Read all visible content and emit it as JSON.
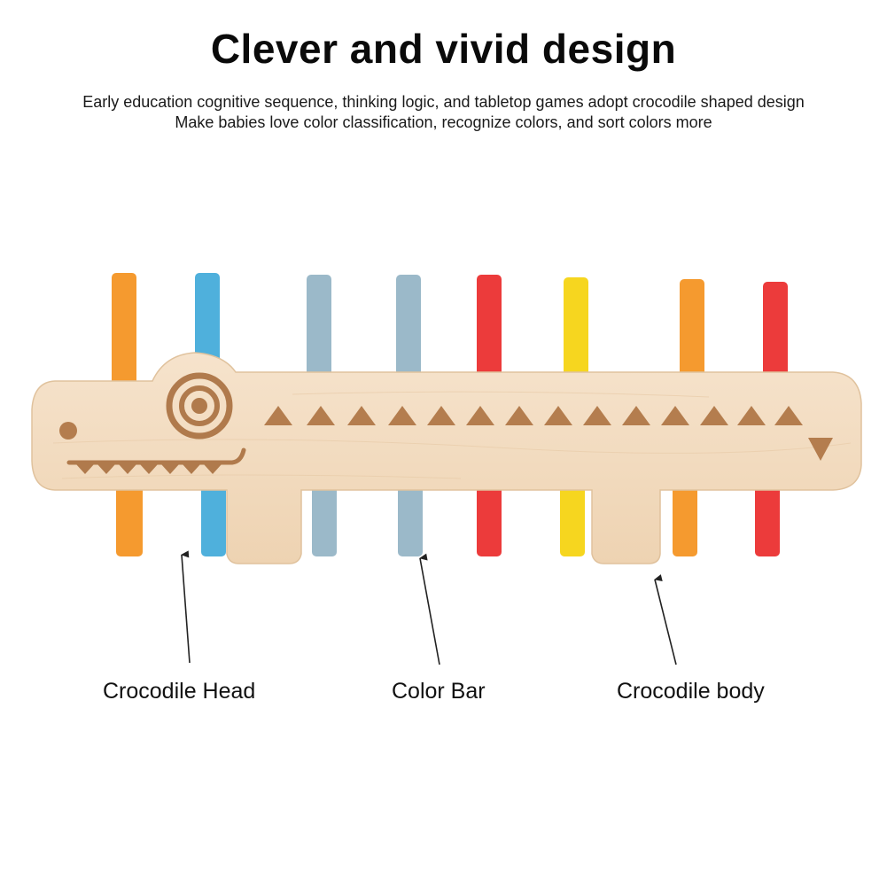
{
  "header": {
    "title": "Clever and vivid design",
    "line1": "Early education cognitive sequence, thinking logic, and tabletop games adopt crocodile shaped design",
    "line2": "Make babies love color classification, recognize colors, and sort colors more"
  },
  "callouts": {
    "head": "Crocodile Head",
    "bar": "Color Bar",
    "body": "Crocodile body"
  },
  "colors": {
    "wood": "#f3dcc0",
    "wood_edge": "#e2c4a1",
    "engraving": "#b07a4c",
    "orange": "#f59a2f",
    "blue": "#4fb0dc",
    "gray_blue": "#9bb9c9",
    "red": "#ec3b3b",
    "yellow": "#f6d61f"
  },
  "pegs": [
    "orange",
    "blue",
    "gray_blue",
    "gray_blue",
    "red",
    "yellow",
    "orange",
    "red"
  ]
}
